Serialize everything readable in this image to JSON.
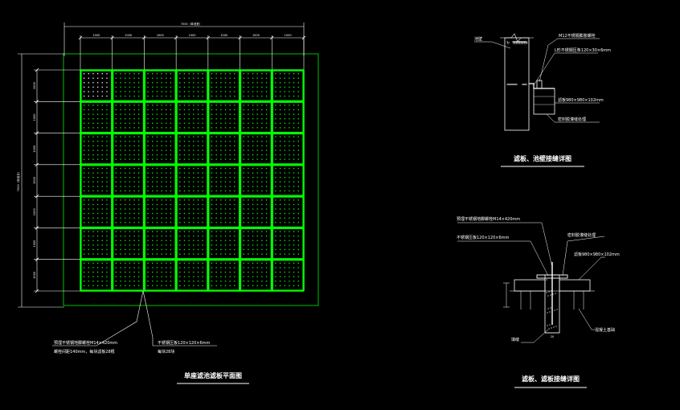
{
  "plan": {
    "title": "单座滤池滤板平面图",
    "grid_rows": 7,
    "grid_cols": 7,
    "overall_dim_top": "7000（单池宽）",
    "overall_dim_left": "7000（单池长）",
    "top_dims": [
      "1000",
      "1000",
      "1000",
      "1000",
      "1000",
      "1000",
      "1000"
    ],
    "left_dims": [
      "1000",
      "1000",
      "1000",
      "1000",
      "1000",
      "1000",
      "1000"
    ],
    "note_anchor": "预埋不锈钢地脚螺栓M14×420mm",
    "note_anchor_2": "螺栓间距140mm，每块滤板28根",
    "note_plate": "不锈钢压板120×120×6mm",
    "note_plate_2": "每块28块"
  },
  "detail_wall": {
    "title": "滤板、池壁接缝详图",
    "label_wall": "池壁",
    "label_bolt": "M12不锈钢膨胀螺栓",
    "label_angle": "L形不锈钢压条120×30×6mm",
    "label_plate": "滤板980×980×102mm",
    "label_seal": "密封胶灌缝处理"
  },
  "detail_joint": {
    "title": "滤板、滤板接缝详图",
    "label_anchor": "预埋不锈钢地脚螺栓M14×420mm",
    "label_press": "不锈钢压板120×120×6mm",
    "label_seal": "密封胶灌缝处理",
    "label_plate": "滤板980×980×102mm",
    "label_fill": "填缝",
    "label_base": "混凝土基础",
    "dim_gap": "20"
  },
  "colors": {
    "background": "#000000",
    "linework": "#ffffff",
    "filter_plates": "#00ff00",
    "outline": "#00c000"
  }
}
